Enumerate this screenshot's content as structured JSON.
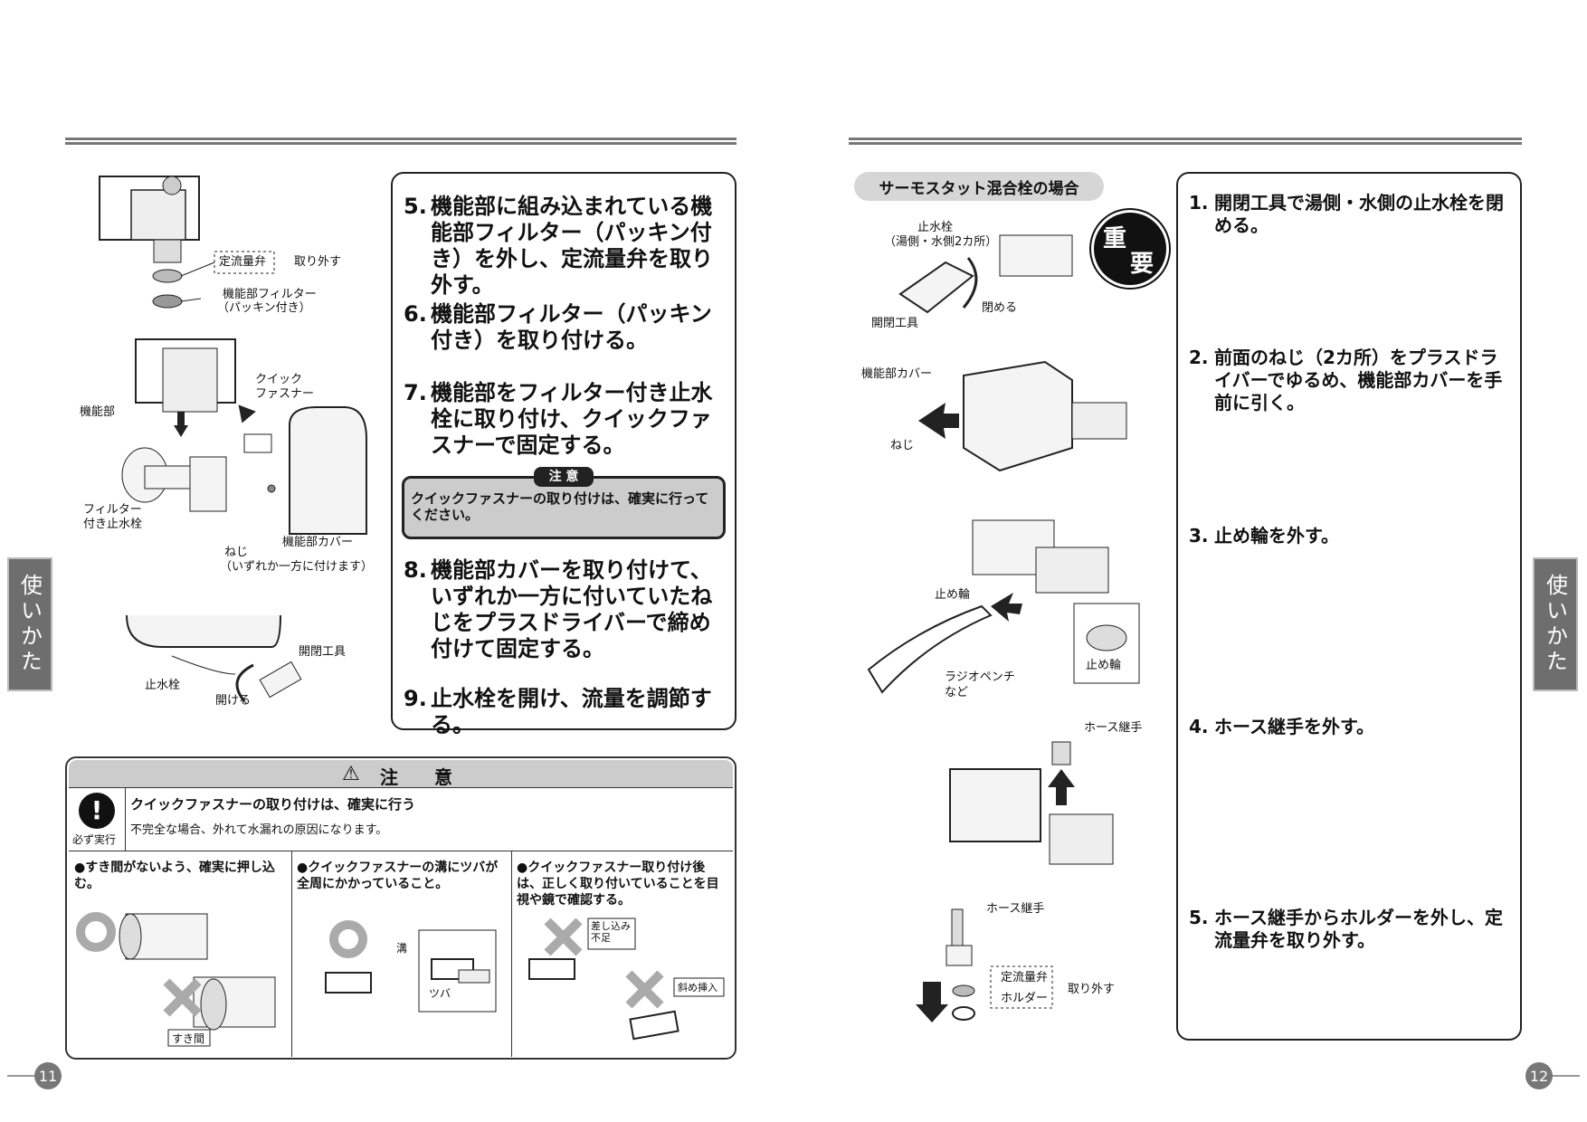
{
  "left": {
    "figure_labels": {
      "flow_valve": "定流量弁",
      "remove": "取り外す",
      "filter_line1": "機能部フィルター",
      "filter_line2": "（パッキン付き）",
      "quick_line1": "クイック",
      "quick_line2": "ファスナー",
      "unit": "機能部",
      "stopvalve_line1": "フィルター",
      "stopvalve_line2": "付き止水栓",
      "cover": "機能部カバー",
      "screw_line1": "ねじ",
      "screw_line2": "（いずれか一方に付けます）",
      "tool": "開閉工具",
      "stopcock": "止水栓",
      "open": "開ける"
    },
    "steps": [
      {
        "num": "5.",
        "text": "機能部に組み込まれている機能部フィルター（パッキン付き）を外し、定流量弁を取り外す。"
      },
      {
        "num": "6.",
        "text": "機能部フィルター（パッキン付き）を取り付ける。"
      },
      {
        "num": "7.",
        "text": "機能部をフィルター付き止水栓に取り付け、クイックファスナーで固定する。"
      },
      {
        "num": "8.",
        "text": "機能部カバーを取り付けて、いずれか一方に付いていたねじをプラスドライバーで締め付けて固定する。"
      },
      {
        "num": "9.",
        "text": "止水栓を開け、流量を調節する。"
      }
    ],
    "note": {
      "badge": "注 意",
      "text": "クイックファスナーの取り付けは、確実に行ってください。"
    },
    "caution": {
      "title": "注　　意",
      "must_label": "必ず実行",
      "main": "クイックファスナーの取り付けは、確実に行う",
      "sub": "不完全な場合、外れて水漏れの原因になります。",
      "cells": [
        {
          "text": "●すき間がないよう、確実に押し込む。",
          "tag": "すき間"
        },
        {
          "text": "●クイックファスナーの溝にツバが全周にかかっていること。",
          "tag1": "溝",
          "tag2": "ツバ"
        },
        {
          "text": "●クイックファスナー取り付け後は、正しく取り付いていることを目視や鏡で確認する。",
          "tag1": "差し込み不足",
          "tag2": "斜め挿入"
        }
      ]
    },
    "side_tab": "使いかた",
    "page": "11"
  },
  "right": {
    "section_title": "サーモスタット混合栓の場合",
    "important_badge": [
      "重",
      "要"
    ],
    "figure_labels": {
      "stop_valve_line1": "止水栓",
      "stop_valve_line2": "（湯側・水側2カ所）",
      "close": "閉める",
      "tool": "開閉工具",
      "cover": "機能部カバー",
      "screw": "ねじ",
      "ring": "止め輪",
      "ring2": "止め輪",
      "pliers_line1": "ラジオペンチ",
      "pliers_line2": "など",
      "hose": "ホース継手",
      "hose2": "ホース継手",
      "flow_valve": "定流量弁",
      "holder": "ホルダー",
      "remove": "取り外す"
    },
    "steps": [
      {
        "num": "1.",
        "text": "開閉工具で湯側・水側の止水栓を閉める。"
      },
      {
        "num": "2.",
        "text": "前面のねじ（2カ所）をプラスドライバーでゆるめ、機能部カバーを手前に引く。"
      },
      {
        "num": "3.",
        "text": "止め輪を外す。"
      },
      {
        "num": "4.",
        "text": "ホース継手を外す。"
      },
      {
        "num": "5.",
        "text": "ホース継手からホルダーを外し、定流量弁を取り外す。"
      }
    ],
    "side_tab": "使いかた",
    "page": "12"
  }
}
